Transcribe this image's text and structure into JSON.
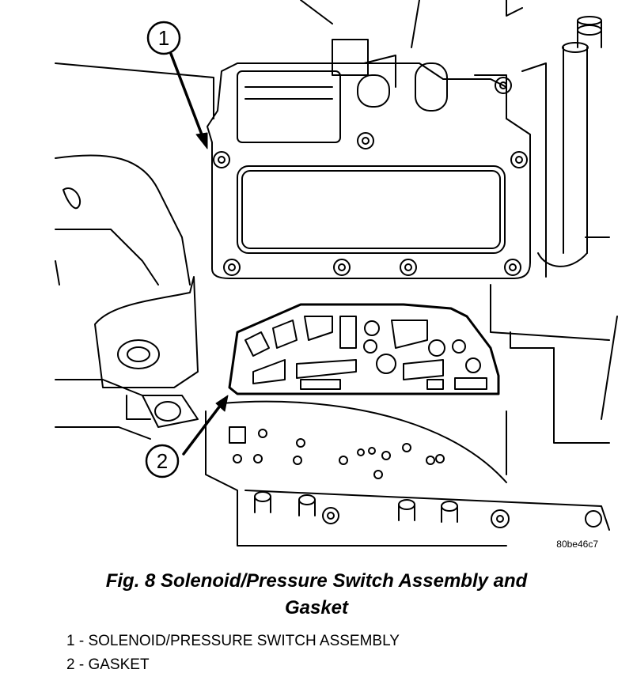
{
  "figure": {
    "callouts": [
      {
        "number": "1"
      },
      {
        "number": "2"
      }
    ],
    "image_code": "80be46c7"
  },
  "caption": {
    "line1": "Fig. 8 Solenoid/Pressure Switch Assembly and",
    "line2": "Gasket"
  },
  "legend": [
    {
      "number": "1",
      "separator": " - ",
      "text": "SOLENOID/PRESSURE SWITCH ASSEMBLY"
    },
    {
      "number": "2",
      "separator": " - ",
      "text": "GASKET"
    }
  ]
}
